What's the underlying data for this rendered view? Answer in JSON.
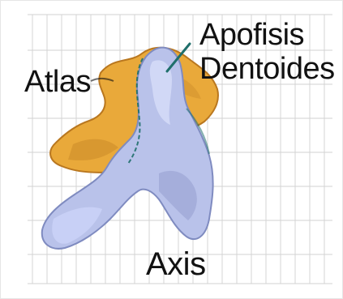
{
  "labels": {
    "atlas": "Atlas",
    "apofisis": "Apofisis",
    "dentoides": "Dentoides",
    "axis": "Axis"
  },
  "colors": {
    "background": "#ffffff",
    "grid": "#cfcfcf",
    "atlas_fill": "#e9a93a",
    "atlas_shadow": "#b9771f",
    "axis_fill": "#b9c2ea",
    "axis_shadow": "#8d97c9",
    "axis_highlight": "#e6ebff",
    "outline": "#1f6f6b",
    "text": "#111111"
  }
}
